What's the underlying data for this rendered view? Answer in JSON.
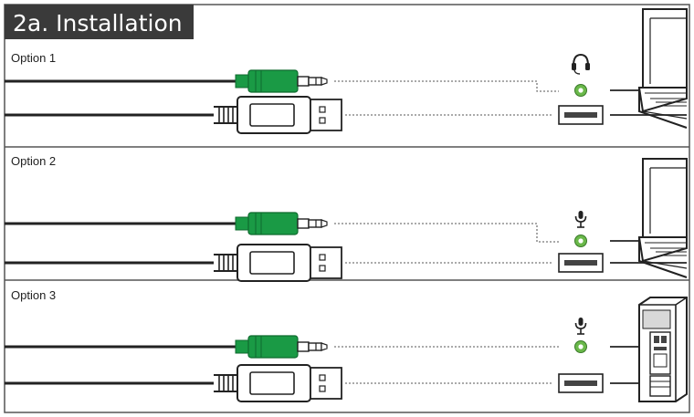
{
  "title": "2a. Installation",
  "options": [
    {
      "label": "Option 1",
      "audio_port_icon": "headset-icon",
      "device": "laptop"
    },
    {
      "label": "Option 2",
      "audio_port_icon": "microphone-icon",
      "device": "laptop"
    },
    {
      "label": "Option 3",
      "audio_port_icon": "microphone-icon",
      "device": "desktop-tower"
    }
  ],
  "colors": {
    "title_background": "#3a3a3a",
    "title_text": "#ffffff",
    "plug_green": "#1a9a45",
    "plug_green_dark": "#0f6a2e",
    "port_green": "#6ab84a",
    "line": "#222222",
    "divider": "#555555",
    "dotted": "#777777"
  }
}
